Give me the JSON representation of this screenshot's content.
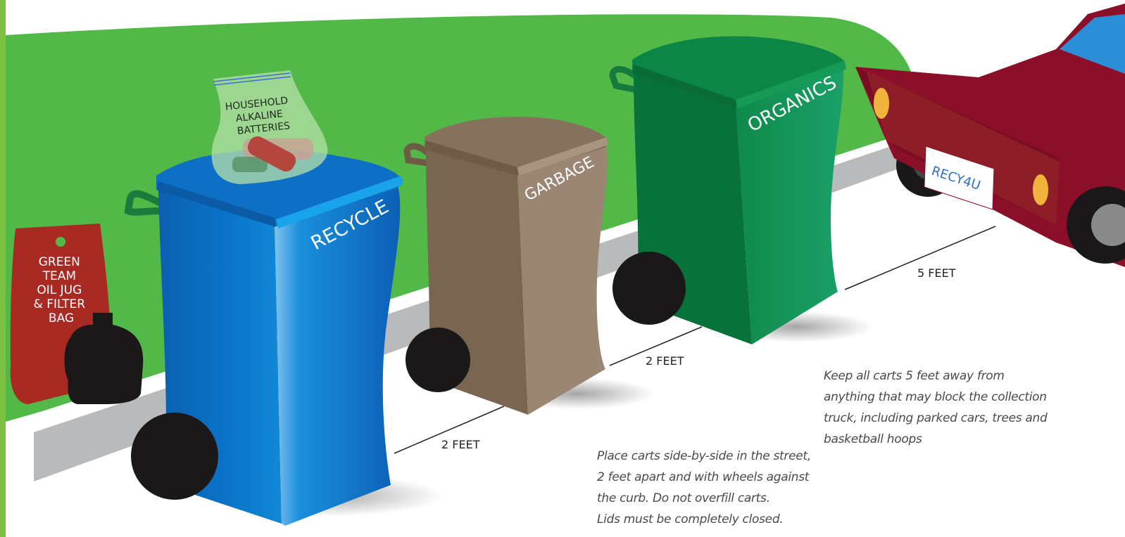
{
  "carts": {
    "recycle": "RECYCLE",
    "garbage": "GARBAGE",
    "organics": "ORGANICS"
  },
  "battery_bag": [
    "HOUSEHOLD",
    "ALKALINE",
    "BATTERIES"
  ],
  "oil_bag": [
    "GREEN",
    "TEAM",
    "OIL JUG",
    "& FILTER",
    "BAG"
  ],
  "license_plate": "RECY4U",
  "distances": {
    "recycle_to_garbage": "2 FEET",
    "garbage_to_organics": "2 FEET",
    "organics_to_car": "5 FEET"
  },
  "notes": {
    "placement": [
      "Place carts side-by-side in the street,",
      "2 feet apart and with wheels against",
      "the curb. Do not overfill carts.",
      "Lids must be completely closed."
    ],
    "clearance": [
      "Keep all carts 5 feet away from",
      "anything that may block the collection",
      "truck, including parked cars, trees and",
      "basketball hoops"
    ]
  },
  "colors": {
    "lawn": "#52b848",
    "sidebar": "#7dc142",
    "curb": "#b9babc",
    "recycle_cart": "#0a6fc2",
    "garbage_cart": "#7f6a55",
    "organics_cart": "#0f8a4a",
    "car_body": "#8c0f2a",
    "oil_bag": "#a82a23"
  }
}
